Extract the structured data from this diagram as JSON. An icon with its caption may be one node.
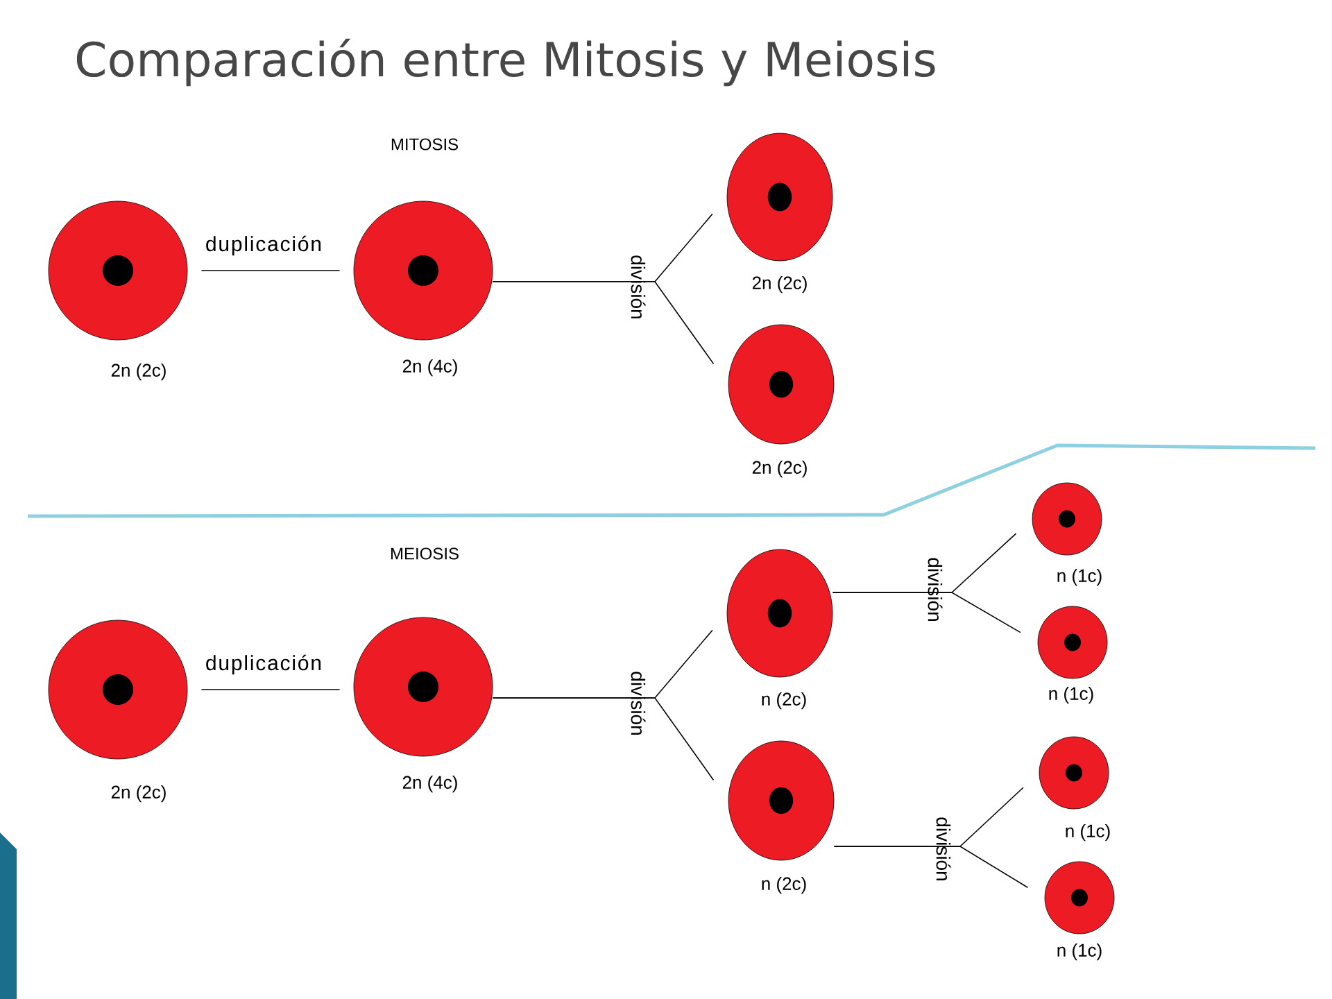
{
  "diagram": {
    "title": "Comparación entre Mitosis y Meiosis",
    "nodes": [
      {
        "text": [],
        "shape": "circle",
        "beside": [
          "2n  (2c)"
        ]
      },
      {
        "text": [],
        "shape": "circle",
        "beside": [
          "2n (4c)"
        ]
      },
      {
        "text": [],
        "shape": "circle",
        "beside": [
          "2n  (2c)"
        ]
      },
      {
        "text": [],
        "shape": "circle",
        "beside": [
          "2n  (2c)"
        ]
      },
      {
        "text": [],
        "shape": "circle",
        "beside": [
          "2n  (2c)"
        ]
      },
      {
        "text": [],
        "shape": "circle",
        "beside": [
          "2n (4c)"
        ]
      },
      {
        "text": [],
        "shape": "circle",
        "beside": [
          "n  (2c)"
        ]
      },
      {
        "text": [],
        "shape": "circle",
        "beside": [
          "n  (2c)"
        ]
      },
      {
        "text": [],
        "shape": "circle",
        "beside": [
          "n (1c)"
        ]
      },
      {
        "text": [],
        "shape": "circle",
        "beside": [
          "n (1c)"
        ]
      },
      {
        "text": [],
        "shape": "circle",
        "beside": [
          "n (1c)"
        ]
      },
      {
        "text": [],
        "shape": "circle",
        "beside": [
          "n (1c)"
        ]
      }
    ],
    "edges": [
      {
        "from": 0,
        "to": 1,
        "arrow": "none",
        "label": "duplicación"
      },
      {
        "from": 1,
        "to": 2,
        "arrow": "none"
      },
      {
        "from": 1,
        "to": 3,
        "arrow": "none"
      },
      {
        "from": 4,
        "to": 5,
        "arrow": "none",
        "label": "duplicación"
      },
      {
        "from": 5,
        "to": 6,
        "arrow": "none"
      },
      {
        "from": 5,
        "to": 7,
        "arrow": "none"
      },
      {
        "from": 6,
        "to": 8,
        "arrow": "none"
      },
      {
        "from": 6,
        "to": 9,
        "arrow": "none"
      },
      {
        "from": 7,
        "to": 10,
        "arrow": "none"
      },
      {
        "from": 7,
        "to": 11,
        "arrow": "none"
      }
    ],
    "labels": [
      "MITOSIS",
      "división",
      "MEIOSIS",
      "división",
      "división",
      "división"
    ]
  }
}
